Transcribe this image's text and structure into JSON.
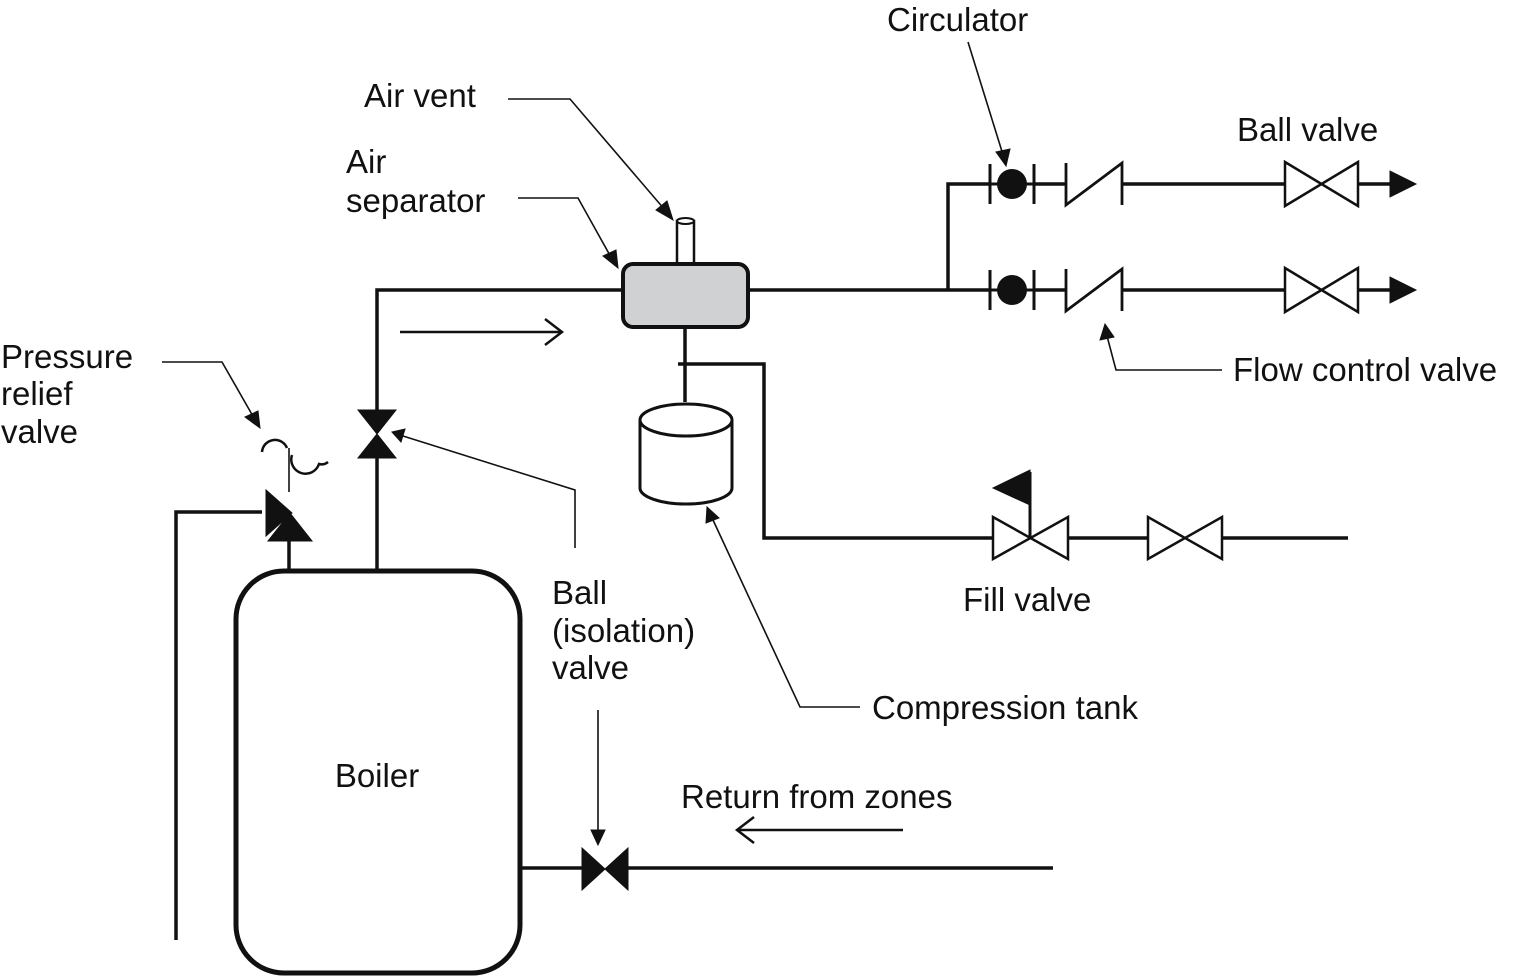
{
  "labels": {
    "circulator": "Circulator",
    "air_vent": "Air vent",
    "air_separator_line1": "Air",
    "air_separator_line2": "separator",
    "ball_valve": "Ball valve",
    "pressure_relief_line1": "Pressure",
    "pressure_relief_line2": "relief",
    "pressure_relief_line3": "valve",
    "flow_control_valve": "Flow control valve",
    "fill_valve": "Fill valve",
    "ball_isolation_line1": "Ball",
    "ball_isolation_line2": "(isolation)",
    "ball_isolation_line3": "valve",
    "compression_tank": "Compression tank",
    "boiler": "Boiler",
    "return_from_zones": "Return from zones"
  },
  "colors": {
    "line": "#111111",
    "air_separator_fill": "#d0d1d3",
    "background": "#ffffff"
  }
}
